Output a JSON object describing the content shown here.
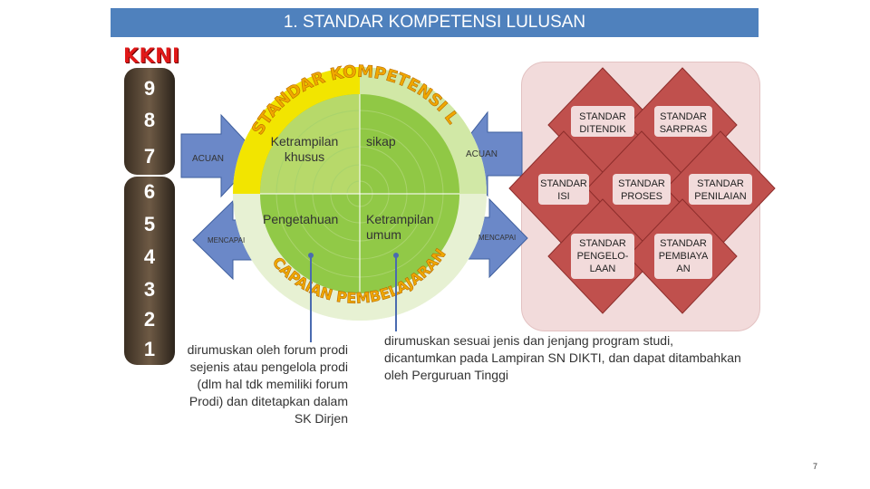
{
  "title": "1. STANDAR KOMPETENSI LULUSAN",
  "kkni": {
    "label": "KKNI",
    "levels": [
      "9",
      "8",
      "7",
      "6",
      "5",
      "4",
      "3",
      "2",
      "1"
    ]
  },
  "arrows": {
    "left_top": "ACUAN",
    "left_bottom": "MENCAPAI",
    "right_top": "ACUAN",
    "right_bottom": "MENCAPAI"
  },
  "circle": {
    "arc_top": "STANDAR KOMPETENSI LULUSAN",
    "arc_bottom": "CAPAIAN PEMBELAJARAN",
    "q_top_left": "Ketrampilan khusus",
    "q_top_right": "sikap",
    "q_bottom_left": "Pengetahuan",
    "q_bottom_right": "Ketrampilan umum"
  },
  "standards": {
    "ditendik": "STANDAR DITENDIK",
    "sarpras": "STANDAR SARPRAS",
    "isi": "STANDAR ISI",
    "proses": "STANDAR PROSES",
    "penilaian": "STANDAR PENILAIAN",
    "pengelolaan": "STANDAR PENGELO-LAAN",
    "pembiayaan": "STANDAR PEMBIAYA AN"
  },
  "descriptions": {
    "left": "dirumuskan oleh forum prodi sejenis atau pengelola prodi (dlm hal tdk memiliki forum Prodi) dan ditetapkan dalam SK Dirjen",
    "right": "dirumuskan sesuai jenis dan jenjang program studi, dicantumkan pada Lampiran SN DIKTI, dan dapat ditambahkan oleh Perguruan Tinggi"
  },
  "page_number": "7",
  "colors": {
    "title_bar": "#4f81bd",
    "kkni_text": "#e01818",
    "arrow": "#6b88c8",
    "circle_green": "#8cc63f",
    "circle_light": "#c9e39a",
    "circle_yellow": "#f2e500",
    "panel_pink": "#f2dbdb",
    "diamond_brown": "#c0504d"
  }
}
